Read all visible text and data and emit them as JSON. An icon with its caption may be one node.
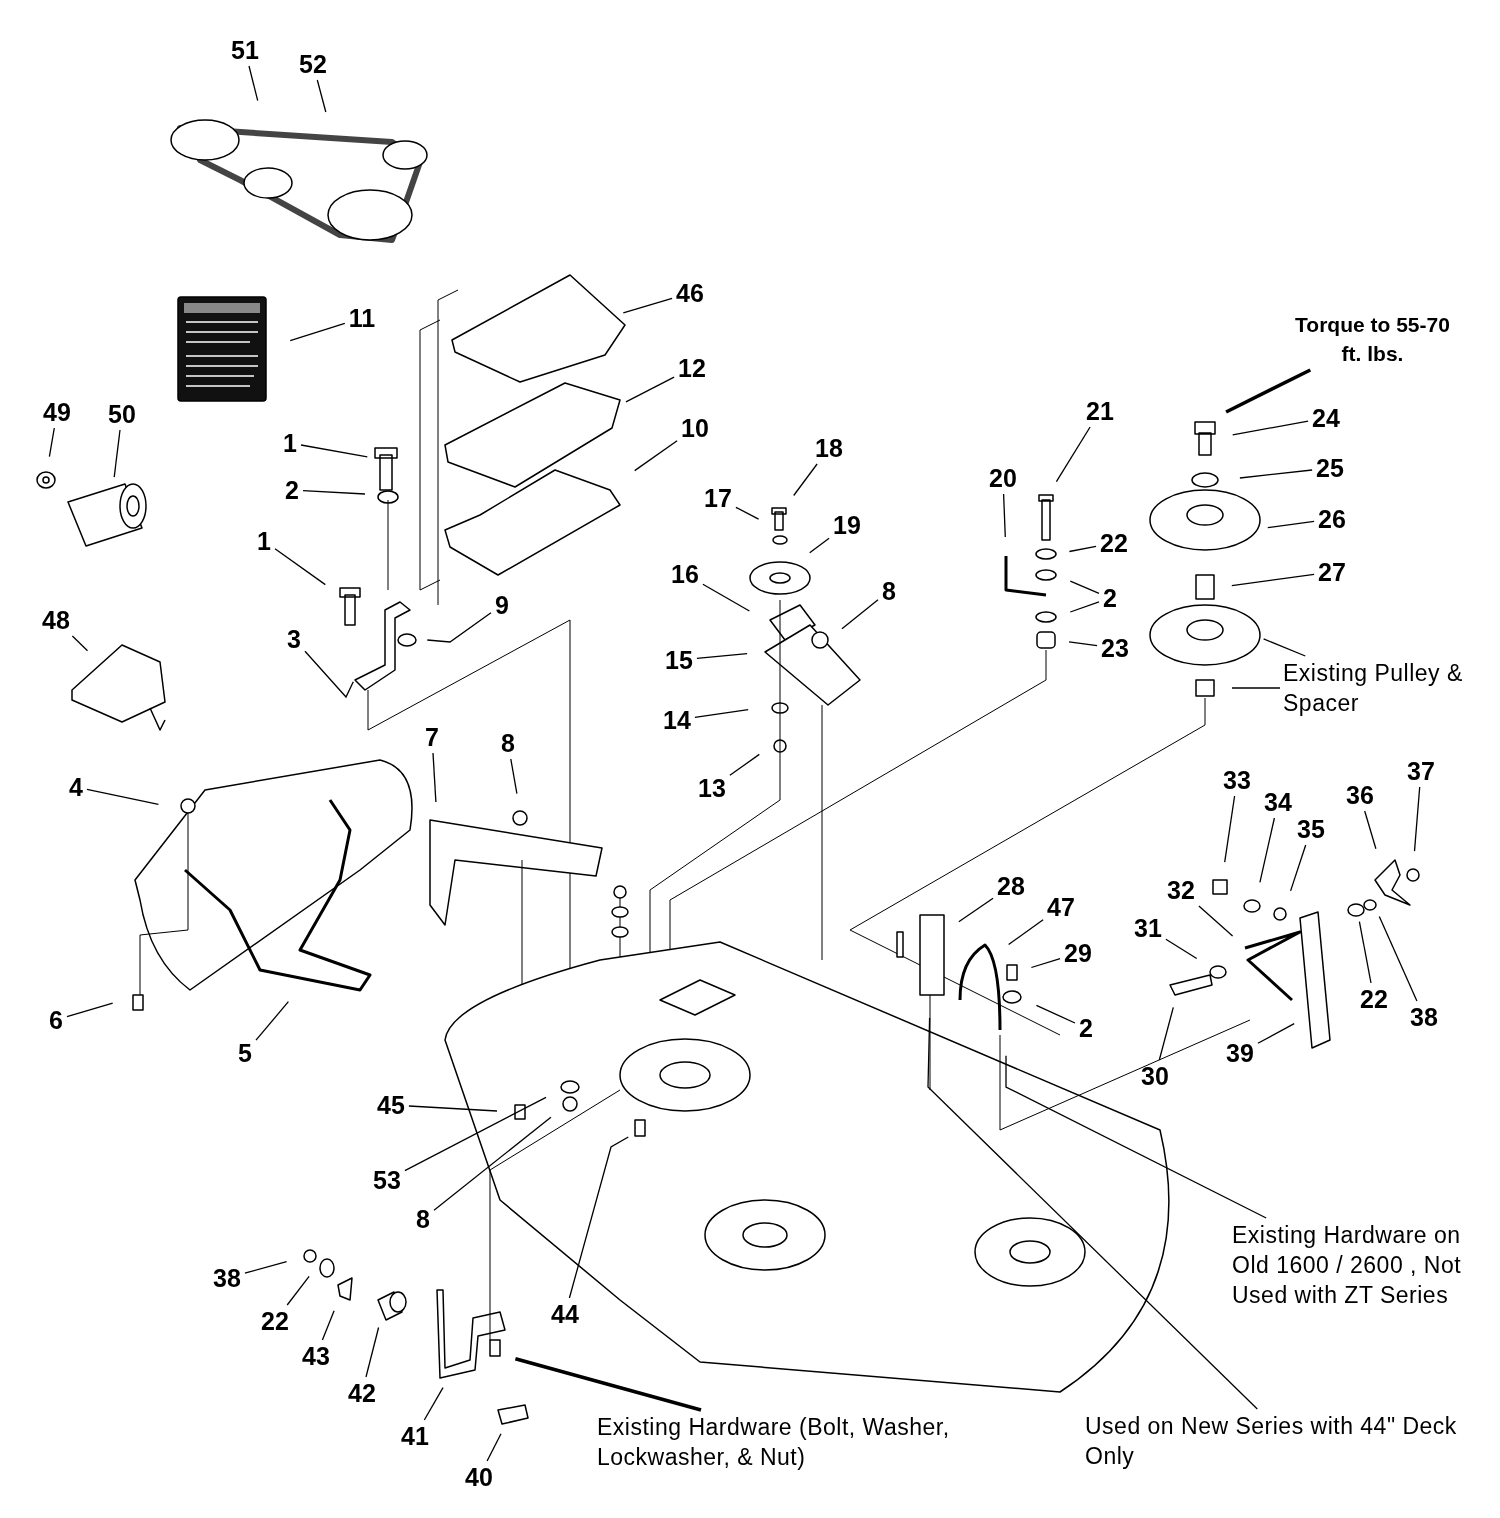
{
  "diagram": {
    "nodes": [
      {
        "text": [
          "51"
        ]
      },
      {
        "text": [
          "52"
        ]
      },
      {
        "text": [
          "46"
        ]
      },
      {
        "text": [
          "11"
        ]
      },
      {
        "text": [
          "Torque to 55-70 ft. lbs."
        ]
      },
      {
        "text": [
          "12"
        ]
      },
      {
        "text": [
          "21"
        ]
      },
      {
        "text": [
          "49"
        ]
      },
      {
        "text": [
          "50"
        ]
      },
      {
        "text": [
          "24"
        ]
      },
      {
        "text": [
          "10"
        ]
      },
      {
        "text": [
          "1"
        ]
      },
      {
        "text": [
          "18"
        ]
      },
      {
        "text": [
          "25"
        ]
      },
      {
        "text": [
          "20"
        ]
      },
      {
        "text": [
          "2"
        ]
      },
      {
        "text": [
          "17"
        ]
      },
      {
        "text": [
          "26"
        ]
      },
      {
        "text": [
          "19"
        ]
      },
      {
        "text": [
          "1"
        ]
      },
      {
        "text": [
          "22"
        ]
      },
      {
        "text": [
          "27"
        ]
      },
      {
        "text": [
          "16"
        ]
      },
      {
        "text": [
          "8"
        ]
      },
      {
        "text": [
          "2"
        ]
      },
      {
        "text": [
          "9"
        ]
      },
      {
        "text": [
          "48"
        ]
      },
      {
        "text": [
          "3"
        ]
      },
      {
        "text": [
          "23"
        ]
      },
      {
        "text": [
          "15"
        ]
      },
      {
        "text": [
          "Existing Pulley & Spacer"
        ]
      },
      {
        "text": [
          "14"
        ]
      },
      {
        "text": [
          "7"
        ]
      },
      {
        "text": [
          "8"
        ]
      },
      {
        "text": [
          "37"
        ]
      },
      {
        "text": [
          "33"
        ]
      },
      {
        "text": [
          "4"
        ]
      },
      {
        "text": [
          "13"
        ]
      },
      {
        "text": [
          "36"
        ]
      },
      {
        "text": [
          "34"
        ]
      },
      {
        "text": [
          "35"
        ]
      },
      {
        "text": [
          "28"
        ]
      },
      {
        "text": [
          "32"
        ]
      },
      {
        "text": [
          "47"
        ]
      },
      {
        "text": [
          "31"
        ]
      },
      {
        "text": [
          "29"
        ]
      },
      {
        "text": [
          "22"
        ]
      },
      {
        "text": [
          "6"
        ]
      },
      {
        "text": [
          "38"
        ]
      },
      {
        "text": [
          "2"
        ]
      },
      {
        "text": [
          "5"
        ]
      },
      {
        "text": [
          "39"
        ]
      },
      {
        "text": [
          "30"
        ]
      },
      {
        "text": [
          "45"
        ]
      },
      {
        "text": [
          "53"
        ]
      },
      {
        "text": [
          "8"
        ]
      },
      {
        "text": [
          "Existing Hardware on Old 1600 / 2600 , Not Used with ZT Series"
        ]
      },
      {
        "text": [
          "38"
        ]
      },
      {
        "text": [
          "44"
        ]
      },
      {
        "text": [
          "22"
        ]
      },
      {
        "text": [
          "43"
        ]
      },
      {
        "text": [
          "42"
        ]
      },
      {
        "text": [
          "41"
        ]
      },
      {
        "text": [
          "Existing Hardware (Bolt, Washer, Lockwasher, & Nut)"
        ]
      },
      {
        "text": [
          "Used on New Series with 44\" Deck Only"
        ]
      },
      {
        "text": [
          "40"
        ]
      }
    ],
    "edges": [
      {
        "from": 0,
        "to": null,
        "arrow": "none"
      },
      {
        "from": 1,
        "to": null,
        "arrow": "none"
      },
      {
        "from": 2,
        "to": null,
        "arrow": "none"
      },
      {
        "from": 3,
        "to": null,
        "arrow": "none"
      },
      {
        "from": 4,
        "to": null,
        "arrow": "none",
        "style": "thick"
      },
      {
        "from": 5,
        "to": null,
        "arrow": "none"
      },
      {
        "from": 6,
        "to": null,
        "arrow": "none"
      },
      {
        "from": 7,
        "to": null,
        "arrow": "none"
      },
      {
        "from": 8,
        "to": null,
        "arrow": "none"
      },
      {
        "from": 9,
        "to": null,
        "arrow": "none"
      },
      {
        "from": 10,
        "to": null,
        "arrow": "none"
      },
      {
        "from": 11,
        "to": null,
        "arrow": "none"
      },
      {
        "from": 12,
        "to": null,
        "arrow": "none"
      },
      {
        "from": 13,
        "to": null,
        "arrow": "none"
      },
      {
        "from": 14,
        "to": null,
        "arrow": "none"
      },
      {
        "from": 15,
        "to": null,
        "arrow": "none"
      },
      {
        "from": 16,
        "to": null,
        "arrow": "none"
      },
      {
        "from": 17,
        "to": null,
        "arrow": "none"
      },
      {
        "from": 18,
        "to": null,
        "arrow": "none"
      },
      {
        "from": 19,
        "to": null,
        "arrow": "none"
      },
      {
        "from": 20,
        "to": null,
        "arrow": "none"
      },
      {
        "from": 21,
        "to": null,
        "arrow": "none"
      },
      {
        "from": 22,
        "to": null,
        "arrow": "none"
      },
      {
        "from": 23,
        "to": null,
        "arrow": "none"
      },
      {
        "from": 24,
        "to": null,
        "arrow": "none"
      },
      {
        "from": 24,
        "to": null,
        "arrow": "none"
      },
      {
        "from": 25,
        "to": null,
        "arrow": "none"
      },
      {
        "from": 26,
        "to": null,
        "arrow": "none"
      },
      {
        "from": 27,
        "to": null,
        "arrow": "none"
      },
      {
        "from": 28,
        "to": null,
        "arrow": "none"
      },
      {
        "from": 29,
        "to": null,
        "arrow": "none"
      },
      {
        "from": 30,
        "to": null,
        "arrow": "none"
      },
      {
        "from": 30,
        "to": null,
        "arrow": "none"
      },
      {
        "from": 31,
        "to": null,
        "arrow": "none"
      },
      {
        "from": 32,
        "to": null,
        "arrow": "none"
      },
      {
        "from": 33,
        "to": null,
        "arrow": "none"
      },
      {
        "from": 34,
        "to": null,
        "arrow": "none"
      },
      {
        "from": 35,
        "to": null,
        "arrow": "none"
      },
      {
        "from": 36,
        "to": null,
        "arrow": "none"
      },
      {
        "from": 37,
        "to": null,
        "arrow": "none"
      },
      {
        "from": 38,
        "to": null,
        "arrow": "none"
      },
      {
        "from": 39,
        "to": null,
        "arrow": "none"
      },
      {
        "from": 40,
        "to": null,
        "arrow": "none"
      },
      {
        "from": 41,
        "to": null,
        "arrow": "none"
      },
      {
        "from": 42,
        "to": null,
        "arrow": "none"
      },
      {
        "from": 43,
        "to": null,
        "arrow": "none"
      },
      {
        "from": 44,
        "to": null,
        "arrow": "none"
      },
      {
        "from": 45,
        "to": null,
        "arrow": "none"
      },
      {
        "from": 46,
        "to": null,
        "arrow": "none"
      },
      {
        "from": 47,
        "to": null,
        "arrow": "none"
      },
      {
        "from": 48,
        "to": null,
        "arrow": "none"
      },
      {
        "from": 49,
        "to": null,
        "arrow": "none"
      },
      {
        "from": 50,
        "to": null,
        "arrow": "none"
      },
      {
        "from": 51,
        "to": null,
        "arrow": "none"
      },
      {
        "from": 52,
        "to": null,
        "arrow": "none"
      },
      {
        "from": 53,
        "to": null,
        "arrow": "none"
      },
      {
        "from": 54,
        "to": null,
        "arrow": "none"
      },
      {
        "from": 55,
        "to": null,
        "arrow": "none"
      },
      {
        "from": 56,
        "to": null,
        "arrow": "none"
      },
      {
        "from": 57,
        "to": null,
        "arrow": "none"
      },
      {
        "from": 58,
        "to": null,
        "arrow": "none"
      },
      {
        "from": 59,
        "to": null,
        "arrow": "none"
      },
      {
        "from": 60,
        "to": null,
        "arrow": "none"
      },
      {
        "from": 61,
        "to": null,
        "arrow": "none"
      },
      {
        "from": 62,
        "to": null,
        "arrow": "none"
      },
      {
        "from": 63,
        "to": null,
        "arrow": "none",
        "style": "thick"
      },
      {
        "from": 64,
        "to": null,
        "arrow": "none"
      },
      {
        "from": 65,
        "to": null,
        "arrow": "none"
      }
    ]
  }
}
